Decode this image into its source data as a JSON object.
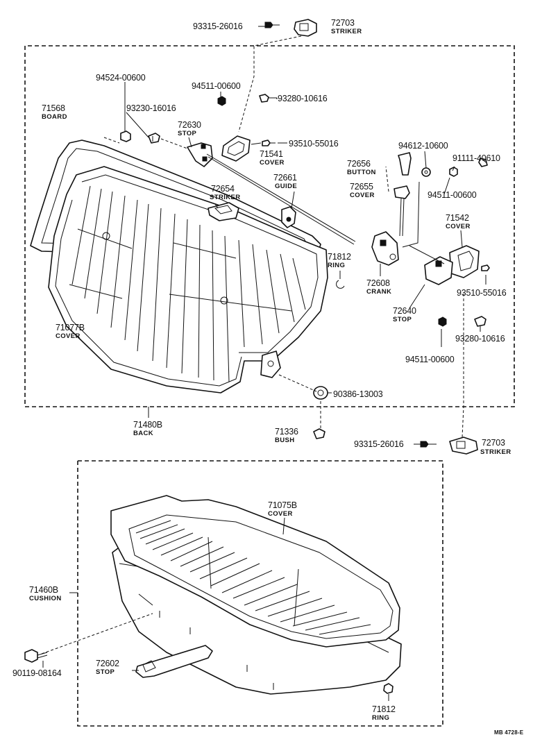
{
  "labels": [
    {
      "id": "p93315-top",
      "number": "93315-26016",
      "name": ""
    },
    {
      "id": "p72703-top",
      "number": "72703",
      "name": "STRIKER"
    },
    {
      "id": "p94524",
      "number": "94524-00600",
      "name": ""
    },
    {
      "id": "p94511-a",
      "number": "94511-00600",
      "name": ""
    },
    {
      "id": "p93280-a",
      "number": "93280-10616",
      "name": ""
    },
    {
      "id": "p71568",
      "number": "71568",
      "name": "BOARD"
    },
    {
      "id": "p93230",
      "number": "93230-16016",
      "name": ""
    },
    {
      "id": "p72630",
      "number": "72630",
      "name": "STOP"
    },
    {
      "id": "p93510-a",
      "number": "93510-55016",
      "name": ""
    },
    {
      "id": "p71541",
      "number": "71541",
      "name": "COVER"
    },
    {
      "id": "p94612",
      "number": "94612-10600",
      "name": ""
    },
    {
      "id": "p72656",
      "number": "72656",
      "name": "BUTTON"
    },
    {
      "id": "p91111",
      "number": "91111-40610",
      "name": ""
    },
    {
      "id": "p72661",
      "number": "72661",
      "name": "GUIDE"
    },
    {
      "id": "p72655",
      "number": "72655",
      "name": "COVER"
    },
    {
      "id": "p94511-b",
      "number": "94511-00600",
      "name": ""
    },
    {
      "id": "p72654",
      "number": "72654",
      "name": "STRIKER"
    },
    {
      "id": "p71542",
      "number": "71542",
      "name": "COVER"
    },
    {
      "id": "p71812-a",
      "number": "71812",
      "name": "RING"
    },
    {
      "id": "p72608",
      "number": "72608",
      "name": "CRANK"
    },
    {
      "id": "p93510-b",
      "number": "93510-55016",
      "name": ""
    },
    {
      "id": "p72640",
      "number": "72640",
      "name": "STOP"
    },
    {
      "id": "p71077",
      "number": "71077B",
      "name": "COVER"
    },
    {
      "id": "p93280-b",
      "number": "93280-10616",
      "name": ""
    },
    {
      "id": "p94511-c",
      "number": "94511-00600",
      "name": ""
    },
    {
      "id": "p90386",
      "number": "90386-13003",
      "name": ""
    },
    {
      "id": "p71480",
      "number": "71480B",
      "name": "BACK"
    },
    {
      "id": "p71336",
      "number": "71336",
      "name": "BUSH"
    },
    {
      "id": "p93315-bot",
      "number": "93315-26016",
      "name": ""
    },
    {
      "id": "p72703-bot",
      "number": "72703",
      "name": "STRIKER"
    },
    {
      "id": "p71075",
      "number": "71075B",
      "name": "COVER"
    },
    {
      "id": "p71460",
      "number": "71460B",
      "name": "CUSHION"
    },
    {
      "id": "p90119",
      "number": "90119-08164",
      "name": ""
    },
    {
      "id": "p72602",
      "number": "72602",
      "name": "STOP"
    },
    {
      "id": "p71812-b",
      "number": "71812",
      "name": "RING"
    }
  ],
  "footer": {
    "code": "MB 4728-E"
  }
}
